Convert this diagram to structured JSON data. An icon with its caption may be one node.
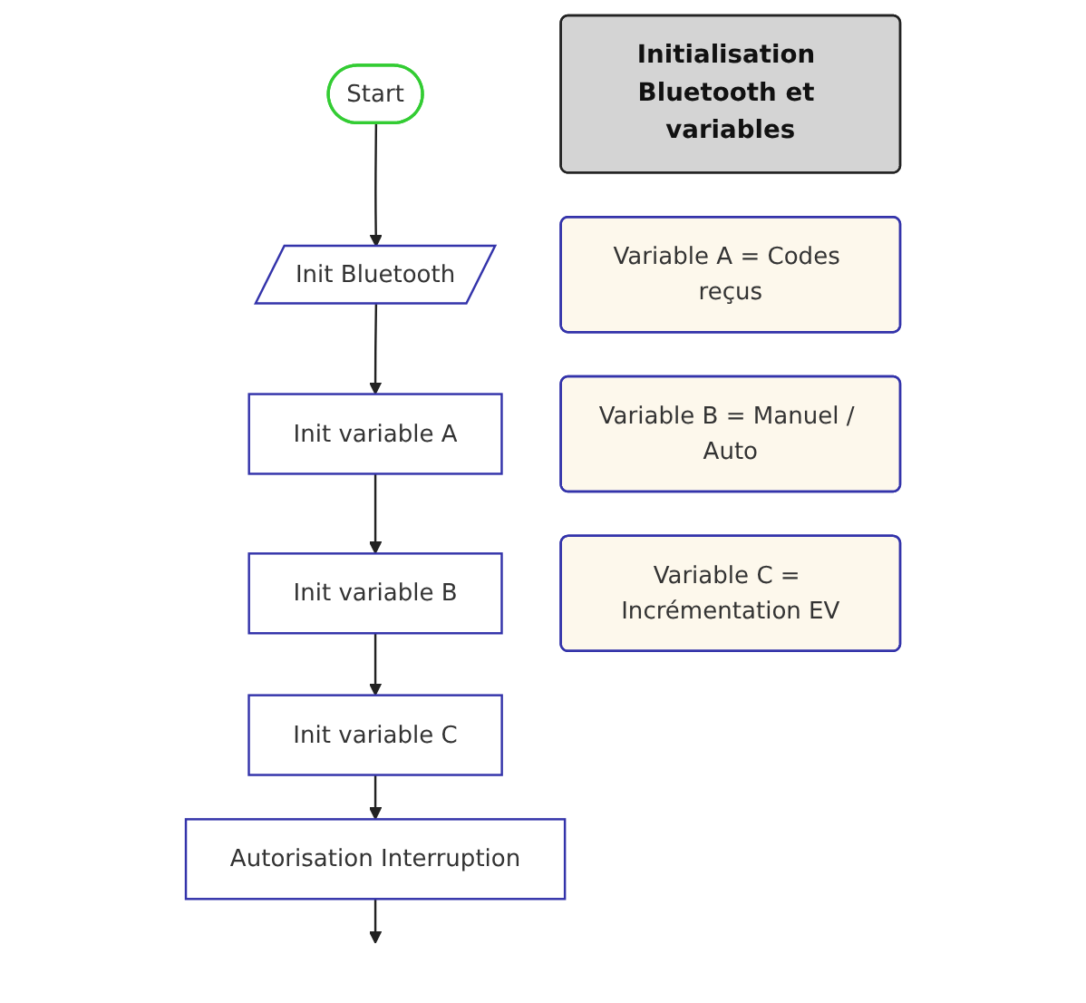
{
  "diagram": {
    "nodes": [
      {
        "text": [
          "Initialisation Bluetooth et variables"
        ]
      },
      {
        "text": [
          "Start"
        ]
      },
      {
        "text": [
          "Init Bluetooth"
        ]
      },
      {
        "text": [
          "Init variable A"
        ]
      },
      {
        "text": [
          "Init variable B"
        ]
      },
      {
        "text": [
          "Init variable C"
        ]
      },
      {
        "text": [
          "Autorisation Interruption"
        ]
      },
      {
        "text": [
          "Variable A = Codes reçus"
        ]
      },
      {
        "text": [
          "Variable B = Manuel / Auto"
        ]
      },
      {
        "text": [
          "Variable C = Incrémentation EV"
        ]
      }
    ],
    "edges": [
      {
        "from": 1,
        "to": 2,
        "arrow": "to"
      },
      {
        "from": 2,
        "to": 3,
        "arrow": "to"
      },
      {
        "from": 3,
        "to": 4,
        "arrow": "to"
      },
      {
        "from": 4,
        "to": 5,
        "arrow": "to"
      },
      {
        "from": 5,
        "to": 6,
        "arrow": "to"
      },
      {
        "from": 6,
        "to": null,
        "arrow": "to"
      }
    ]
  }
}
